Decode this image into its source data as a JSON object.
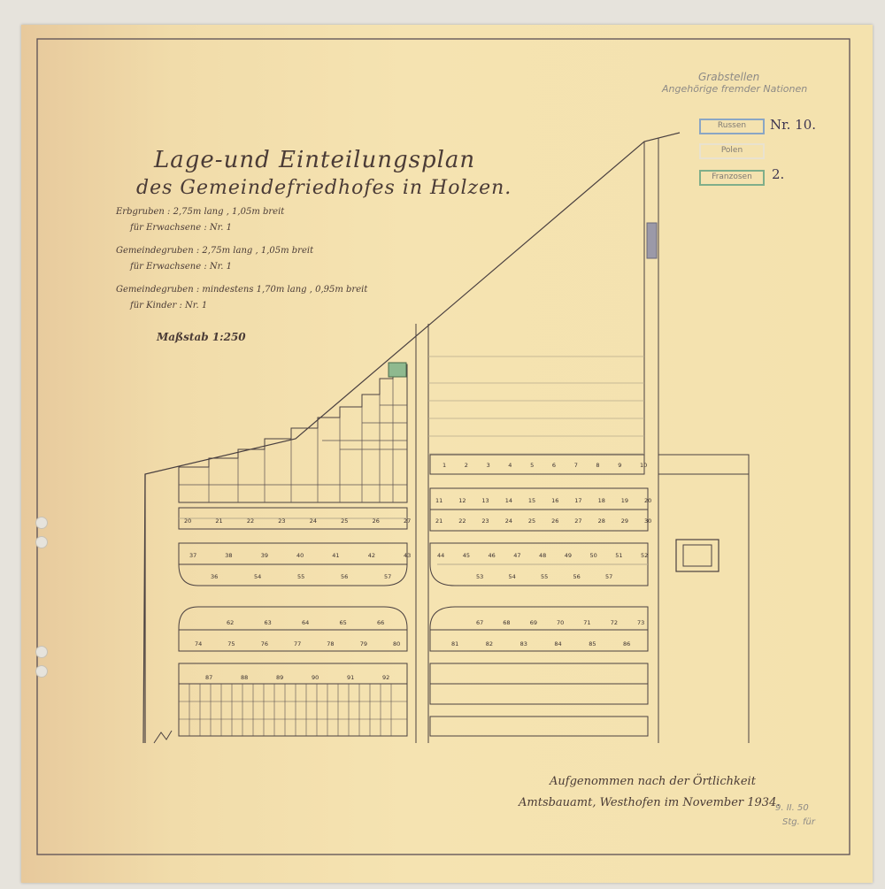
{
  "title": {
    "line1": "Lage-und Einteilungsplan",
    "line2": "des Gemeindefriedhofes in Holzen."
  },
  "notes": [
    {
      "label": "Erbgruben : 2,75m lang , 1,05m breit",
      "sub": "für Erwachsene : Nr. 1"
    },
    {
      "label": "Gemeindegruben : 2,75m lang , 1,05m breit",
      "sub": "für Erwachsene : Nr. 1"
    },
    {
      "label": "Gemeindegruben : mindestens 1,70m lang , 0,95m breit",
      "sub": "für Kinder : Nr. 1"
    }
  ],
  "scale": "Maßstab 1:250",
  "legend": {
    "heading1": "Grabstellen",
    "heading2": "Angehörige fremder Nationen",
    "items": [
      {
        "label": "Russen",
        "count": "Nr. 10.",
        "color": "#8aa6c4"
      },
      {
        "label": "Polen",
        "count": "",
        "color": "#e9e2cf"
      },
      {
        "label": "Franzosen",
        "count": "2.",
        "color": "#7fae8a"
      }
    ]
  },
  "footer": {
    "line1": "Aufgenommen nach der Örtlichkeit",
    "line2": "Amtsbauamt, Westhofen im November 1934."
  },
  "archive_note": {
    "line1": "9. II. 50",
    "line2": "Stg. für"
  },
  "plan": {
    "row1_right": [
      "1",
      "2",
      "3",
      "4",
      "5",
      "6",
      "7",
      "8",
      "9",
      "10"
    ],
    "row2_right": [
      "11",
      "12",
      "13",
      "14",
      "15",
      "16",
      "17",
      "18",
      "19",
      "20"
    ],
    "row3_right": [
      "21",
      "22",
      "23",
      "24",
      "25",
      "26",
      "27",
      "28",
      "29",
      "30"
    ],
    "row2_left": [
      "20",
      "21",
      "22",
      "23",
      "24",
      "25",
      "26",
      "27"
    ],
    "row4_left_top": [
      "37",
      "38",
      "39",
      "40",
      "41",
      "42",
      "43"
    ],
    "row4_left_bot": [
      "36",
      "54",
      "55",
      "56",
      "57"
    ],
    "row4_right_top": [
      "44",
      "45",
      "46",
      "47",
      "48",
      "49",
      "50",
      "51",
      "52"
    ],
    "row4_right_bot": [
      "53",
      "54",
      "55",
      "56",
      "57"
    ],
    "row5_left_top": [
      "62",
      "63",
      "64",
      "65",
      "66"
    ],
    "row5_left_bot": [
      "74",
      "75",
      "76",
      "77",
      "78",
      "79",
      "80"
    ],
    "row5_right_top": [
      "67",
      "68",
      "69",
      "70",
      "71",
      "72",
      "73"
    ],
    "row5_right_bot": [
      "81",
      "82",
      "83",
      "84",
      "85",
      "86"
    ],
    "row6_left_top": [
      "87",
      "88",
      "89",
      "90",
      "91",
      "92"
    ]
  }
}
